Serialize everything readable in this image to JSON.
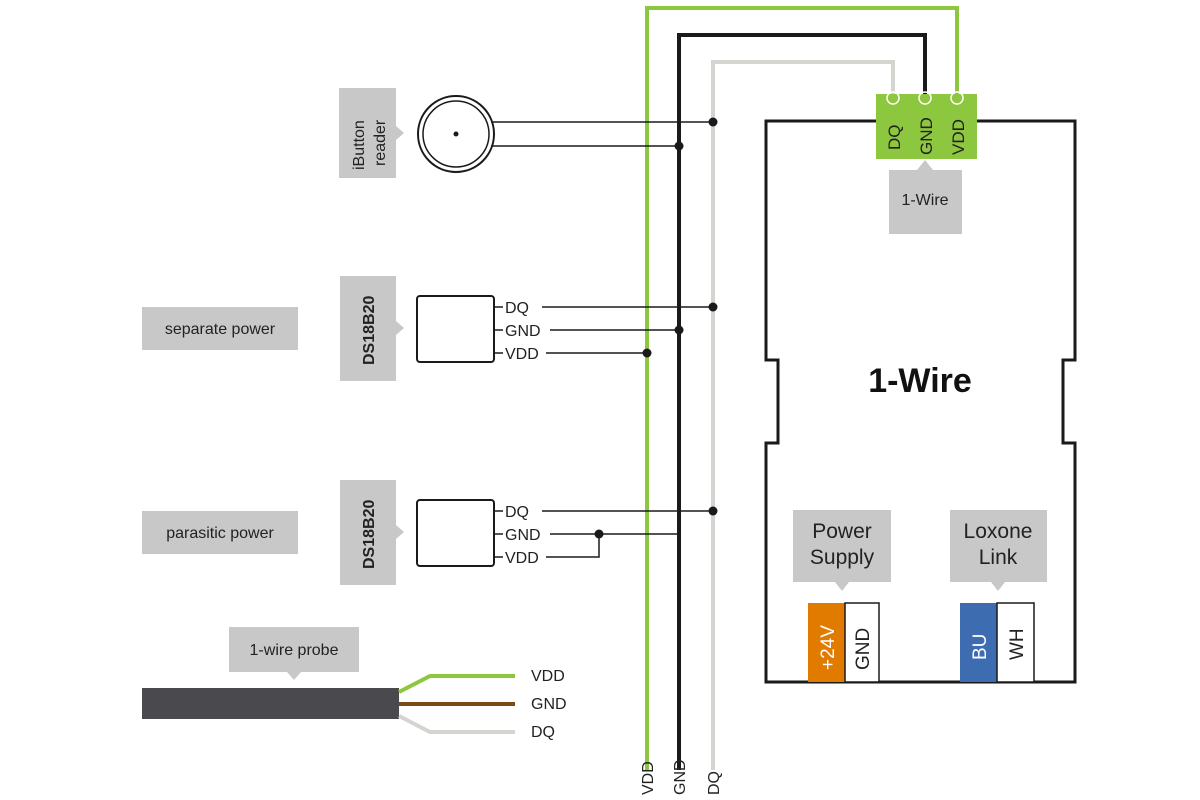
{
  "module": {
    "title": "1-Wire",
    "terminal_caption": "1-Wire",
    "terminals": [
      "DQ",
      "GND",
      "VDD"
    ],
    "power_supply_label_line1": "Power",
    "power_supply_label_line2": "Supply",
    "power_terminals": [
      "+24V",
      "GND"
    ],
    "link_label_line1": "Loxone",
    "link_label_line2": "Link",
    "link_terminals": [
      "BU",
      "WH"
    ]
  },
  "devices": {
    "ibutton": {
      "label_line1": "iButton",
      "label_line2": "reader"
    },
    "ds18b20_separate": {
      "tag": "DS18B20",
      "mode": "separate power",
      "pins": [
        "DQ",
        "GND",
        "VDD"
      ]
    },
    "ds18b20_parasitic": {
      "tag": "DS18B20",
      "mode": "parasitic power",
      "pins": [
        "DQ",
        "GND",
        "VDD"
      ]
    },
    "probe": {
      "label": "1-wire probe",
      "wires": [
        "VDD",
        "GND",
        "DQ"
      ]
    }
  },
  "bus_labels": [
    "VDD",
    "GND",
    "DQ"
  ],
  "colors": {
    "vdd": "#8dc63f",
    "gnd": "#1a1a1a",
    "dq": "#d4d4d0",
    "terminal_block": "#8dc63f",
    "label_box": "#c8c8c8",
    "plus24v": "#e07b00",
    "bu": "#3d6db0",
    "probe_cable": "#4a4a4e",
    "probe_gnd": "#7a4a17"
  }
}
